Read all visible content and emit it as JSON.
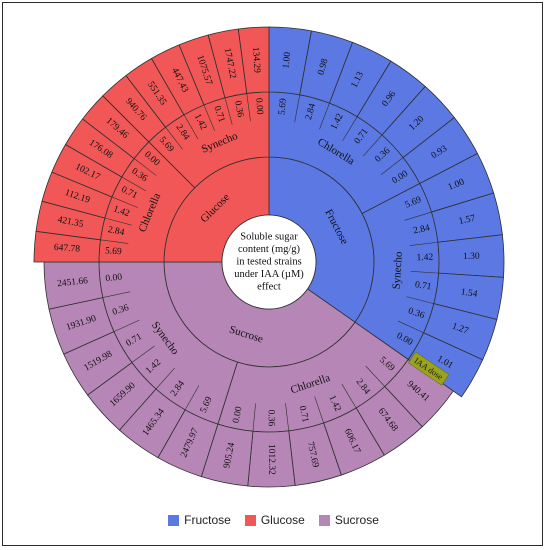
{
  "chart_data": {
    "type": "sunburst",
    "center_text": [
      "Soluble sugar",
      "content (mg/g)",
      "in tested strains",
      "under IAA (µM)",
      "effect"
    ],
    "colors": {
      "Fructose": "#5b78e3",
      "Glucose": "#f25757",
      "Sucrose": "#b686b6"
    },
    "sugars": [
      {
        "name": "Fructose",
        "strains": [
          {
            "name": "Chlorella",
            "doses": [
              "5.69",
              "2.84",
              "1.42",
              "0.71",
              "0.36",
              "0.00"
            ],
            "values": [
              "1.00",
              "0.98",
              "1.13",
              "0.96",
              "1.20",
              "0.93"
            ]
          },
          {
            "name": "Synecho",
            "doses": [
              "5.69",
              "2.84",
              "1.42",
              "0.71",
              "0.36",
              "0.00"
            ],
            "values": [
              "1.00",
              "1.57",
              "1.30",
              "1.54",
              "1.27",
              "1.01"
            ]
          }
        ]
      },
      {
        "name": "Sucrose",
        "strains": [
          {
            "name": "Chlorella",
            "doses": [
              "5.69",
              "2.84",
              "1.42",
              "0.71",
              "0.36",
              "0.00"
            ],
            "values": [
              "940.41",
              "674.68",
              "606.17",
              "757.69",
              "1012.32",
              "905.24"
            ]
          },
          {
            "name": "Synecho",
            "doses": [
              "5.69",
              "2.84",
              "1.42",
              "0.71",
              "0.36",
              "0.00"
            ],
            "values": [
              "2479.97",
              "1465.34",
              "1659.90",
              "1519.98",
              "1931.90",
              "2451.66"
            ]
          }
        ]
      },
      {
        "name": "Glucose",
        "strains": [
          {
            "name": "Chlorella",
            "doses": [
              "5.69",
              "2.84",
              "1.42",
              "0.71",
              "0.36",
              "0.00"
            ],
            "values": [
              "647.78",
              "421.35",
              "112.19",
              "102.17",
              "176.08",
              "179.46"
            ]
          },
          {
            "name": "Synecho",
            "doses": [
              "5.69",
              "2.84",
              "1.42",
              "0.71",
              "0.36",
              "0.00"
            ],
            "values": [
              "940.76",
              "551.35",
              "447.43",
              "1075.57",
              "1747.22",
              "134.29"
            ]
          }
        ]
      }
    ],
    "annotation": "IAA dose",
    "legend": [
      "Fructose",
      "Glucose",
      "Sucrose"
    ]
  }
}
